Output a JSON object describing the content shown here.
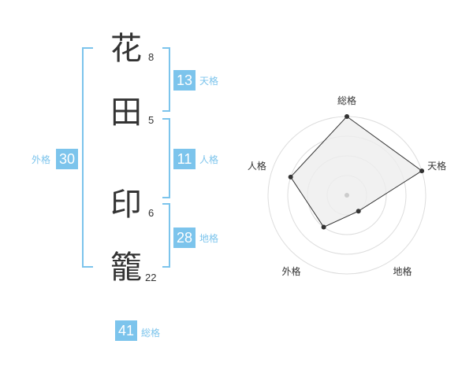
{
  "name": {
    "characters": [
      {
        "char": "花",
        "strokes": "8"
      },
      {
        "char": "田",
        "strokes": "5"
      },
      {
        "char": "印",
        "strokes": "6"
      },
      {
        "char": "籠",
        "strokes": "22"
      }
    ]
  },
  "scores": {
    "tenkaku": {
      "value": "13",
      "label": "天格"
    },
    "jinkaku": {
      "value": "11",
      "label": "人格"
    },
    "chikaku": {
      "value": "28",
      "label": "地格"
    },
    "gaikaku": {
      "value": "30",
      "label": "外格"
    },
    "soukaku": {
      "value": "41",
      "label": "総格"
    }
  },
  "colors": {
    "accent": "#7cc4ec",
    "text": "#333333",
    "grid": "#dddddd",
    "fill": "#eeeeee"
  },
  "chart_data": {
    "type": "radar",
    "categories": [
      "総格",
      "天格",
      "地格",
      "外格",
      "人格"
    ],
    "values": [
      4,
      4,
      1,
      2,
      3
    ],
    "max": 4,
    "rings": 4
  }
}
